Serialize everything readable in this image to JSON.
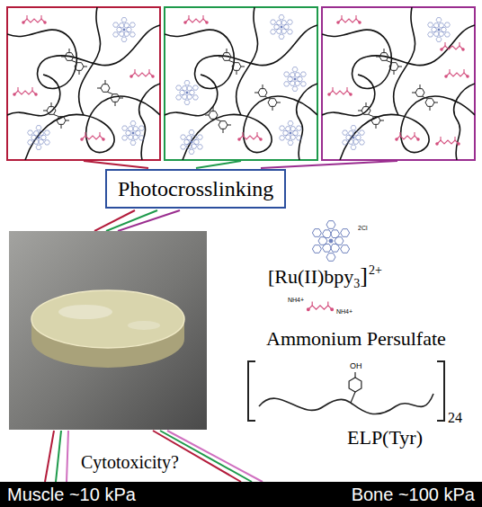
{
  "diagram": {
    "nodes": [
      {
        "text": [
          "Photocrosslinking"
        ]
      },
      {
        "text": [
          "Muscle ~10 kPa",
          "Bone ~100 kPa"
        ]
      }
    ],
    "labels": [
      "[Ru(II)bpy",
      "3",
      "]",
      "2+",
      "2Cl",
      "NH4+",
      "NH4+",
      "Ammonium Persulfate",
      "OH",
      "24",
      "ELP(Tyr)",
      "Cytotoxicity?"
    ]
  }
}
